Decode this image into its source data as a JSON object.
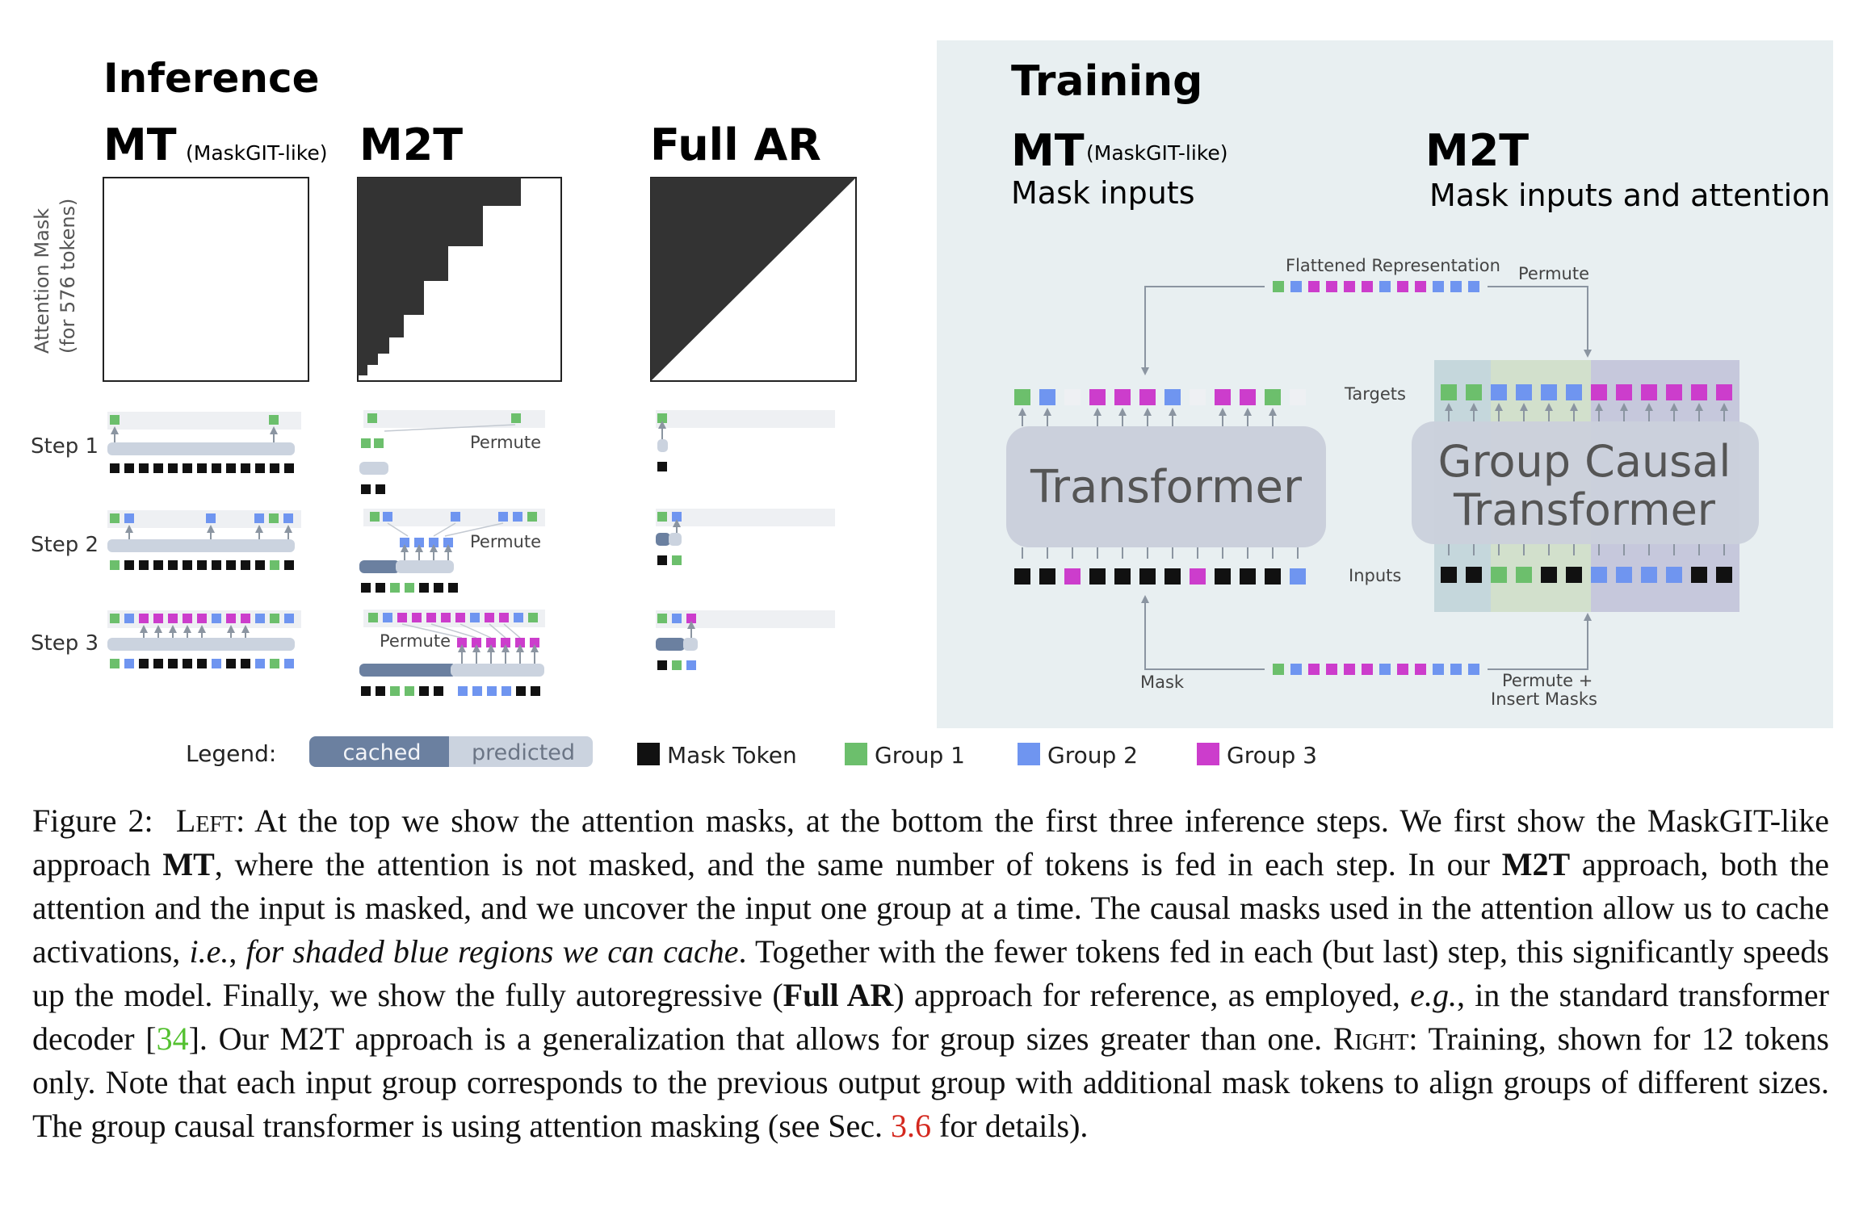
{
  "left": {
    "heading": "Inference",
    "mt_title": "MT",
    "mt_sub": "(MaskGIT-like)",
    "m2t_title": "M2T",
    "fullar_title": "Full AR",
    "axis_label_1": "Attention Mask",
    "axis_label_2": "(for 576 tokens)",
    "steps": [
      "Step 1",
      "Step 2",
      "Step 3"
    ],
    "permute_label": "Permute"
  },
  "right": {
    "heading": "Training",
    "mt_title": "MT",
    "mt_sub": "(MaskGIT-like)",
    "mt_desc": "Mask inputs",
    "m2t_title": "M2T",
    "m2t_desc": "Mask inputs and attention",
    "flattened": "Flattened Representation",
    "permute": "Permute",
    "targets": "Targets",
    "inputs": "Inputs",
    "transformer": "Transformer",
    "gct_1": "Group Causal",
    "gct_2": "Transformer",
    "mask": "Mask",
    "permute_insert_1": "Permute +",
    "permute_insert_2": "Insert Masks"
  },
  "legend": {
    "label": "Legend:",
    "cached": "cached",
    "predicted": "predicted",
    "mask_token": "Mask Token",
    "group1": "Group 1",
    "group2": "Group 2",
    "group3": "Group 3"
  },
  "colors": {
    "group1": "#6cbf6c",
    "group2": "#6f95f0",
    "group3": "#cc3dcc",
    "mask": "#111111",
    "panel_bg": "#e8eff1",
    "cached": "#6b80a0",
    "predicted": "#cbd3df"
  },
  "caption": {
    "fig": "Figure 2:",
    "left_sc": "Left",
    "p1": ": At the top we show the attention masks, at the bottom the first three inference steps. We first show the MaskGIT-like approach ",
    "mt": "MT",
    "p2": ", where the attention is not masked, and the same number of tokens is fed in each step. In our ",
    "m2t": "M2T",
    "p3": " approach, both the attention and the input is masked, and we uncover the input one group at a time. The causal masks used in the attention allow us to cache activations, ",
    "ie": "i.e.",
    "p4": ", ",
    "italic_cache": "for shaded blue regions we can cache",
    "p5": ". Together with the fewer tokens fed in each (but last) step, this significantly speeds up the model. Finally, we show the fully autoregressive (",
    "fullar": "Full AR",
    "p6": ") approach for reference, as employed, ",
    "eg": "e.g.",
    "p7": ", in the standard transformer decoder [",
    "ref34": "34",
    "p8": "]. Our M2T approach is a generalization that allows for group sizes greater than one. ",
    "right_sc": "Right",
    "p9": ": Training, shown for 12 tokens only. Note that each input group corresponds to the previous output group with additional mask tokens to align groups of different sizes. The group causal transformer is using attention masking (see Sec. ",
    "ref36": "3.6",
    "p10": " for details)."
  }
}
